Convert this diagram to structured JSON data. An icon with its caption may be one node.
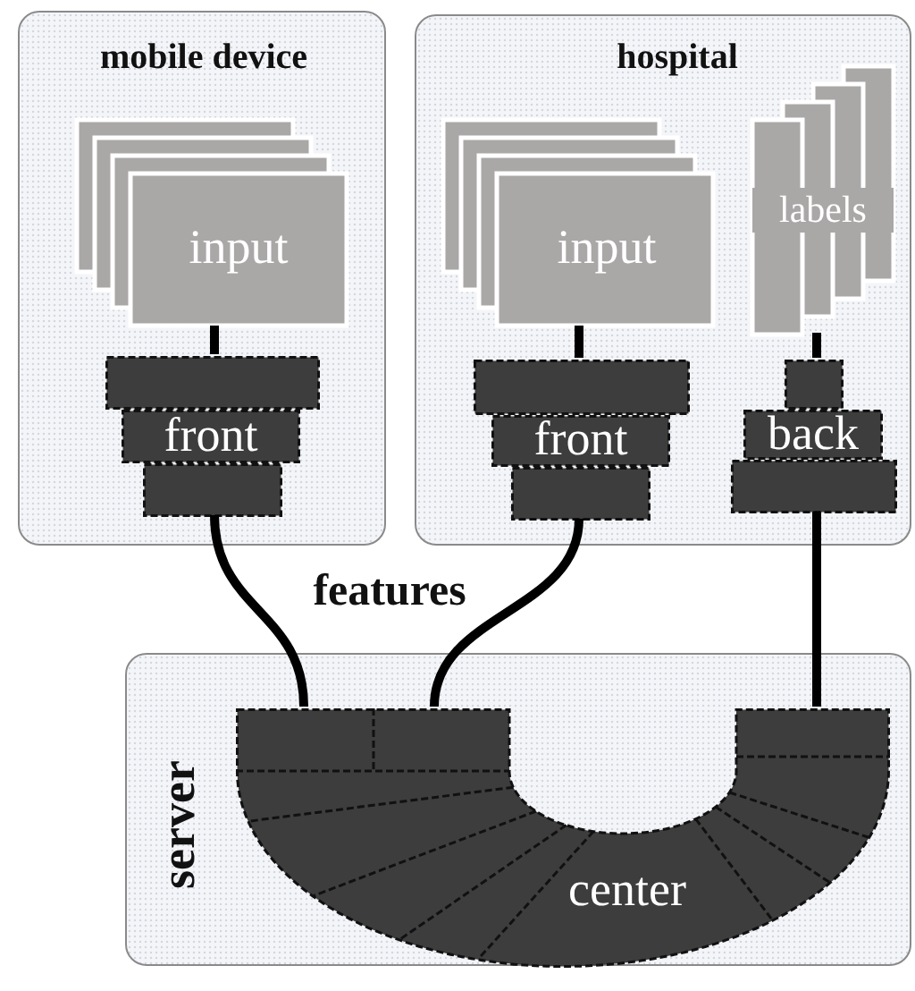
{
  "diagram": {
    "nodes": [
      {
        "text": [
          "mobile device"
        ]
      },
      {
        "text": [
          "input"
        ],
        "in": 0
      },
      {
        "text": [
          "front"
        ],
        "in": 0
      },
      {
        "text": [
          "hospital"
        ]
      },
      {
        "text": [
          "input"
        ],
        "in": 3
      },
      {
        "text": [
          "front"
        ],
        "in": 3
      },
      {
        "text": [
          "labels"
        ],
        "in": 3
      },
      {
        "text": [
          "back"
        ],
        "in": 3
      },
      {
        "text": [
          "server"
        ]
      },
      {
        "text": [
          "center"
        ],
        "in": 8
      }
    ],
    "edges": [
      {
        "from": 1,
        "to": 2,
        "arrow": "none"
      },
      {
        "from": 4,
        "to": 5,
        "arrow": "none"
      },
      {
        "from": 6,
        "to": 7,
        "arrow": "none"
      },
      {
        "from": 2,
        "to": 9,
        "arrow": "none"
      },
      {
        "from": 5,
        "to": 9,
        "arrow": "none"
      },
      {
        "from": 7,
        "to": 9,
        "arrow": "none"
      }
    ],
    "labels": [
      "features"
    ]
  }
}
